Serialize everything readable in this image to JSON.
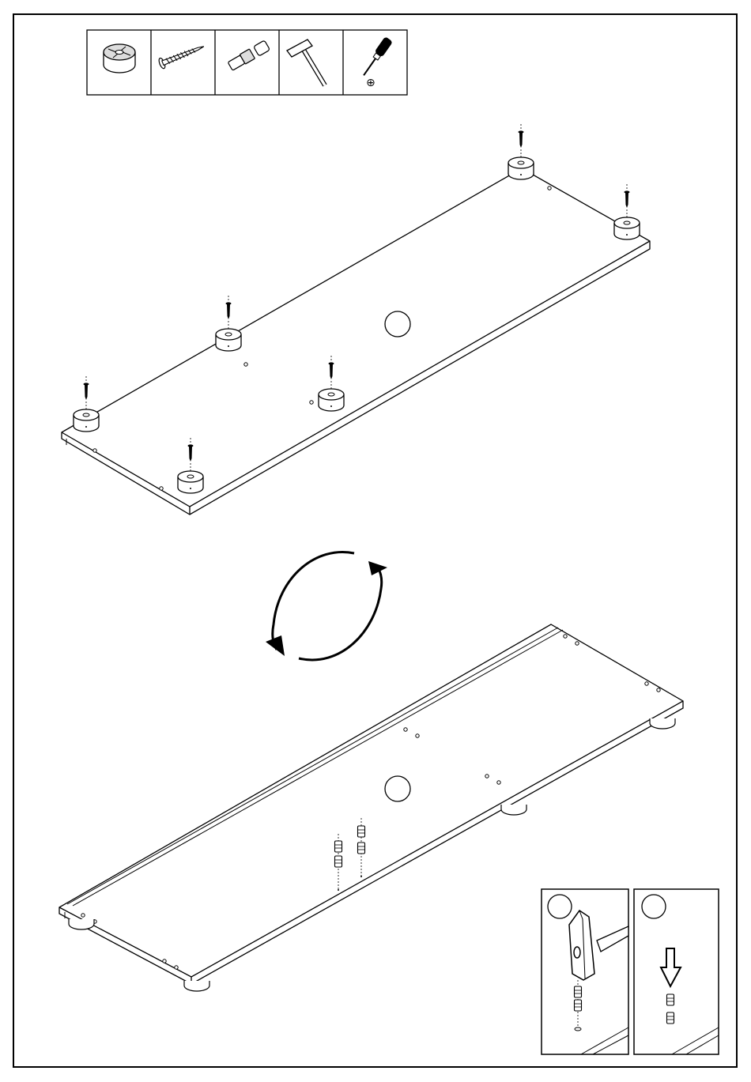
{
  "toolbar": {
    "items": [
      {
        "icon": "furniture-foot-icon"
      },
      {
        "icon": "wood-screw-icon"
      },
      {
        "icon": "dowel-connector-icon"
      },
      {
        "icon": "hammer-icon"
      },
      {
        "icon": "phillips-screwdriver-icon",
        "symbol": "⊕"
      }
    ]
  },
  "steps": {
    "attach_feet": {
      "panel": "bottom-panel",
      "feet_count": 6,
      "screw_count": 6
    },
    "flip": {
      "action": "rotate-panel"
    },
    "insert_dowels": {
      "dowel_count": 2
    },
    "detail_left": {
      "tool": "hammer"
    },
    "detail_right": {
      "action": "press-down"
    }
  },
  "colors": {
    "line": "#000000",
    "fill": "#ffffff",
    "shade": "#d8d8d8"
  }
}
